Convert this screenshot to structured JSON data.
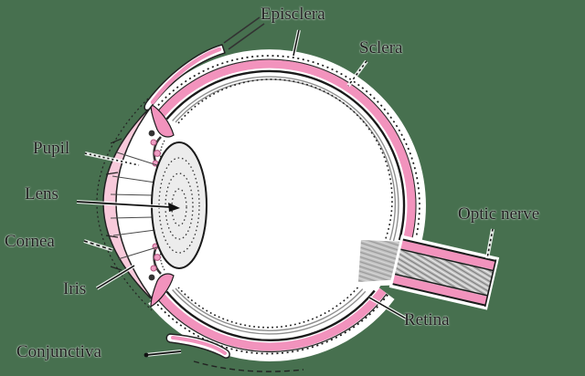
{
  "labels": {
    "episclera": "Episclera",
    "sclera": "Sclera",
    "pupil": "Pupil",
    "lens": "Lens",
    "cornea": "Cornea",
    "iris": "Iris",
    "conjunctiva": "Conjunctiva",
    "optic_nerve": "Optic nerve",
    "retina": "Retina"
  },
  "colors": {
    "background_green": "#47704f",
    "sclera_pink": "#f293bd",
    "cornea_pink": "#f8cadb",
    "lens_gray": "#ececec",
    "optic_nerve_gray": "#c3c3c3",
    "outline_black": "#1a1a1a",
    "label_text": "#1c1c1c"
  }
}
